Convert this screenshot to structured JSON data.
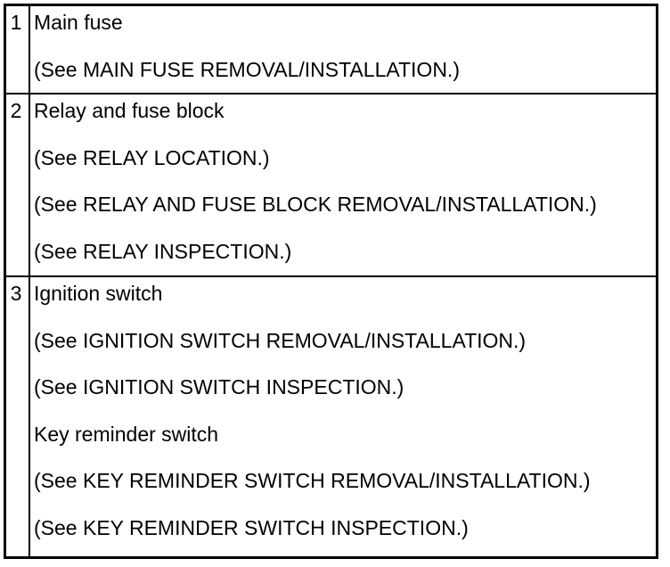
{
  "table": {
    "colors": {
      "border": "#000000",
      "text": "#000000",
      "background": "#ffffff"
    },
    "rows": [
      {
        "number": "1",
        "lines": [
          "Main fuse",
          "(See MAIN FUSE REMOVAL/INSTALLATION.)"
        ]
      },
      {
        "number": "2",
        "lines": [
          "Relay and fuse block",
          "(See RELAY LOCATION.)",
          "(See RELAY AND FUSE BLOCK REMOVAL/INSTALLATION.)",
          "(See RELAY INSPECTION.)"
        ]
      },
      {
        "number": "3",
        "lines": [
          "Ignition switch",
          "(See IGNITION SWITCH REMOVAL/INSTALLATION.)",
          "(See IGNITION SWITCH INSPECTION.)",
          "Key reminder switch",
          "(See KEY REMINDER SWITCH REMOVAL/INSTALLATION.)",
          "(See KEY REMINDER SWITCH INSPECTION.)"
        ]
      }
    ]
  }
}
